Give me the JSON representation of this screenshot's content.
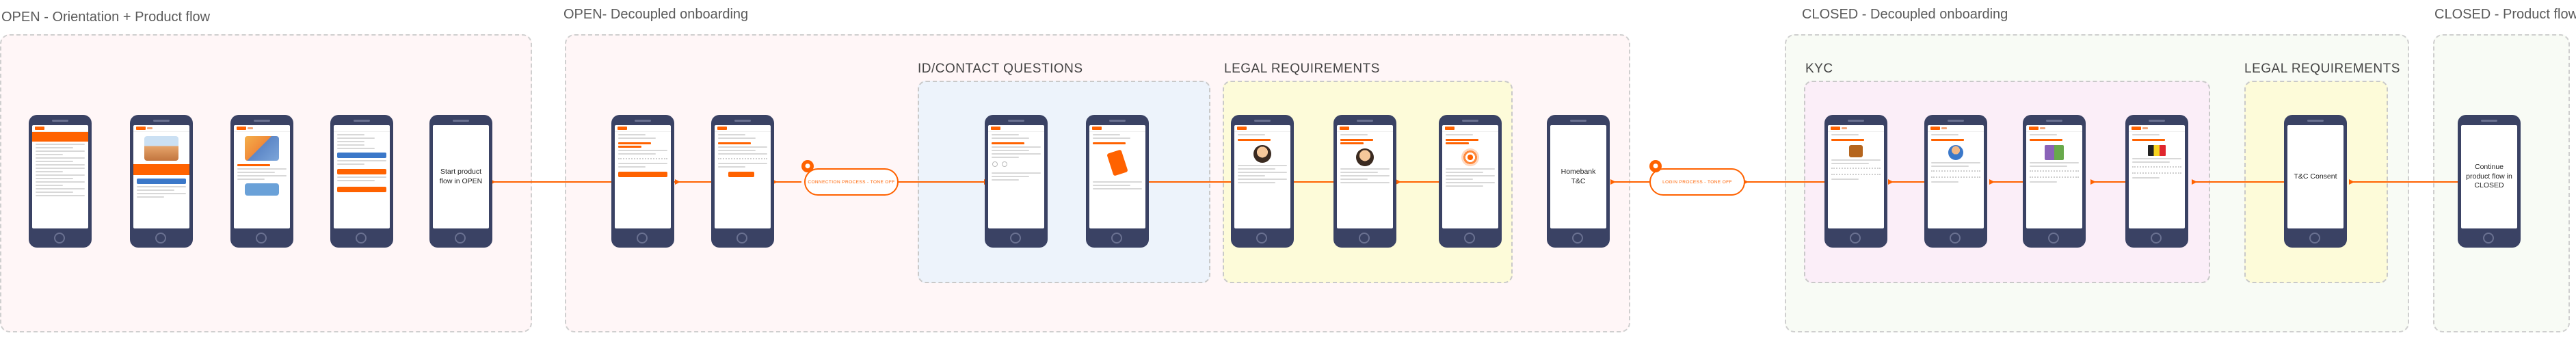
{
  "sections": {
    "open_orientation": {
      "title": "OPEN - Orientation + Product flow"
    },
    "open_onboarding": {
      "title": "OPEN- Decoupled onboarding"
    },
    "closed_onboarding": {
      "title": "CLOSED - Decoupled onboarding"
    },
    "closed_product": {
      "title": "CLOSED - Product flow"
    }
  },
  "subsections": {
    "id_contact": {
      "title": "ID/CONTACT QUESTIONS"
    },
    "legal_open": {
      "title": "LEGAL REQUIREMENTS"
    },
    "kyc": {
      "title": "KYC"
    },
    "legal_closed": {
      "title": "LEGAL REQUIREMENTS"
    }
  },
  "labeled_phones": {
    "start_product": {
      "label": "Start product flow in OPEN"
    },
    "homebank_tc": {
      "label": "Homebank T&C"
    },
    "tc_consent": {
      "label": "T&C Consent"
    },
    "continue_product": {
      "label": "Continue product flow in CLOSED"
    }
  },
  "connectors": {
    "open_pill": {
      "text": "CONNECTION PROCESS - TONE OFF"
    },
    "closed_pill": {
      "text": "LOGIN PROCESS - TONE OFF"
    }
  },
  "colors": {
    "accent": "#ff6200",
    "phone_body": "#3a4264",
    "section_border": "#cfcfcf"
  },
  "icons": {
    "pill_badge": "lock-icon"
  }
}
